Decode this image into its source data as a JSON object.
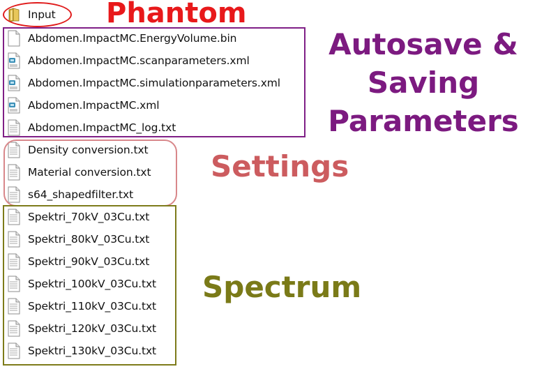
{
  "folder": {
    "name": "Input",
    "icon": "folder-icon"
  },
  "autosave_files": [
    {
      "name": "Abdomen.ImpactMC.EnergyVolume.bin",
      "icon": "document-icon"
    },
    {
      "name": "Abdomen.ImpactMC.scanparameters.xml",
      "icon": "xml-document-icon"
    },
    {
      "name": "Abdomen.ImpactMC.simulationparameters.xml",
      "icon": "xml-document-icon"
    },
    {
      "name": "Abdomen.ImpactMC.xml",
      "icon": "xml-document-icon"
    },
    {
      "name": "Abdomen.ImpactMC_log.txt",
      "icon": "text-document-icon"
    }
  ],
  "settings_files": [
    {
      "name": "Density conversion.txt",
      "icon": "text-document-icon"
    },
    {
      "name": "Material conversion.txt",
      "icon": "text-document-icon"
    },
    {
      "name": "s64_shapedfilter.txt",
      "icon": "text-document-icon"
    }
  ],
  "spectrum_files": [
    {
      "name": "Spektri_70kV_03Cu.txt",
      "icon": "text-document-icon"
    },
    {
      "name": "Spektri_80kV_03Cu.txt",
      "icon": "text-document-icon"
    },
    {
      "name": "Spektri_90kV_03Cu.txt",
      "icon": "text-document-icon"
    },
    {
      "name": "Spektri_100kV_03Cu.txt",
      "icon": "text-document-icon"
    },
    {
      "name": "Spektri_110kV_03Cu.txt",
      "icon": "text-document-icon"
    },
    {
      "name": "Spektri_120kV_03Cu.txt",
      "icon": "text-document-icon"
    },
    {
      "name": "Spektri_130kV_03Cu.txt",
      "icon": "text-document-icon"
    }
  ],
  "annotations": {
    "phantom": "Phantom",
    "autosave": "Autosave & Saving Parameters",
    "settings": "Settings",
    "spectrum": "Spectrum"
  },
  "colors": {
    "phantom": "#e8191b",
    "autosave": "#7c1a80",
    "settings": "#cc5c5f",
    "spectrum": "#7a7a18"
  }
}
